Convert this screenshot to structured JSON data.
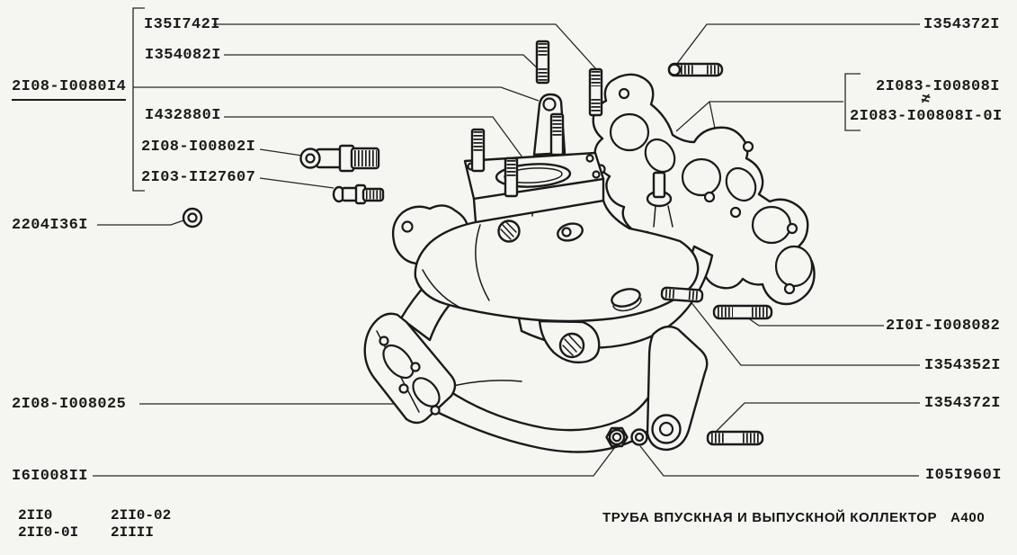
{
  "callouts": [
    {
      "id": "stud-13517421",
      "text": "I35I742I"
    },
    {
      "id": "stud-13540821",
      "text": "I354082I"
    },
    {
      "id": "intake-manifold-assembly",
      "text": "2I08-I0080I4"
    },
    {
      "id": "plug-14328801",
      "text": "I432880I"
    },
    {
      "id": "union-2108-1008021",
      "text": "2I08-I00802I"
    },
    {
      "id": "union-2103-1127607",
      "text": "2I03-II27607"
    },
    {
      "id": "washer-22041361",
      "text": "2204I36I"
    },
    {
      "id": "exhaust-manifold-2108-1008025",
      "text": "2I08-I008025"
    },
    {
      "id": "nut-16100811",
      "text": "I6I008II"
    },
    {
      "id": "stud-13543721-top",
      "text": "I354372I"
    },
    {
      "id": "gasket-21083-1008081",
      "text": "2I083-I00808I"
    },
    {
      "id": "not-equal-mark",
      "text": "≠"
    },
    {
      "id": "gasket-21083-1008081-01",
      "text": "2I083-I00808I-0I"
    },
    {
      "id": "stud-2101-1008082",
      "text": "2I0I-I008082"
    },
    {
      "id": "stud-13543521",
      "text": "I354352I"
    },
    {
      "id": "stud-13543721-lower",
      "text": "I354372I"
    },
    {
      "id": "washer-10519601",
      "text": "I05I960I"
    }
  ],
  "footer": {
    "models_col1_row1": "2II0",
    "models_col1_row2": "2II0-0I",
    "models_col2_row1": "2II0-02",
    "models_col2_row2": "2IIII",
    "title": "ТРУБА ВПУСКНАЯ И ВЫПУСКНОЙ КОЛЛЕКТОР",
    "sheet_code": "A400"
  },
  "colors": {
    "paper": "#f5f5f2",
    "ink": "#1b1b1b"
  }
}
